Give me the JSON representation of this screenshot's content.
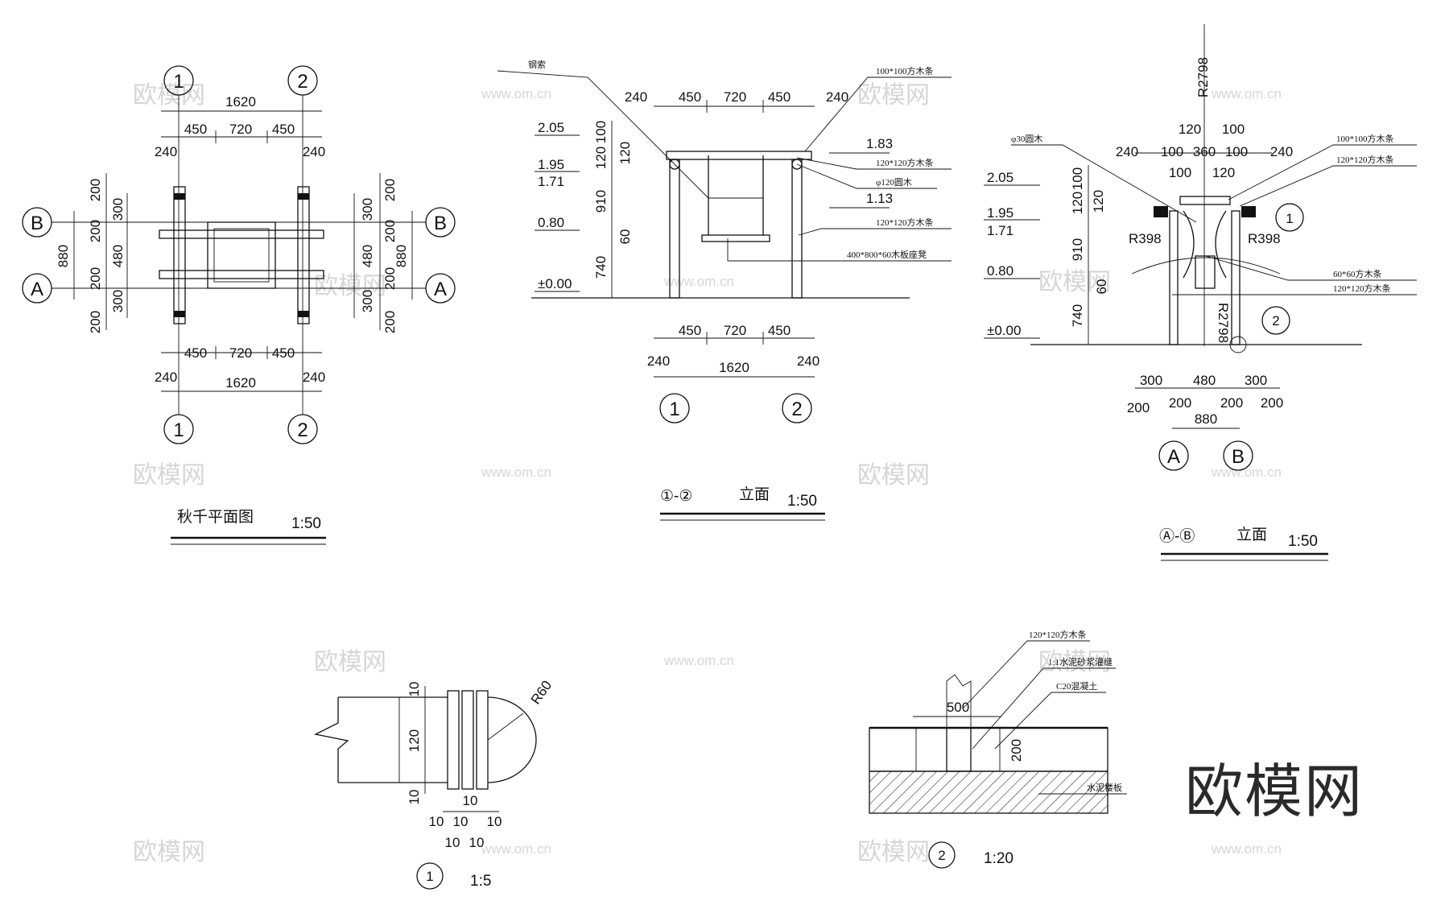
{
  "watermark": {
    "logo": "欧模网",
    "url": "www.om.cn"
  },
  "axes": {
    "one": "1",
    "two": "2",
    "A": "A",
    "B": "B"
  },
  "plan": {
    "title": "秋千平面图",
    "scale": "1:50",
    "dims": {
      "total": "1620",
      "d450": "450",
      "d720": "720",
      "d240": "240",
      "d200": "200",
      "d300": "300",
      "d480": "480",
      "d880": "880"
    }
  },
  "elev12": {
    "title_prefix": "①-②",
    "title": "立面",
    "scale": "1:50",
    "levels": {
      "l205": "2.05",
      "l195": "1.95",
      "l171": "1.71",
      "l080": "0.80",
      "l000": "±0.00",
      "l183": "1.83",
      "l113": "1.13"
    },
    "vdims": {
      "v100": "100",
      "v120": "120",
      "v910": "910",
      "v60": "60",
      "v740": "740"
    },
    "labels": {
      "steel_cable": "钢索",
      "timber100": "100*100方木条",
      "timber120": "120*120方木条",
      "round120": "φ120圆木",
      "seat": "400*800*60木板座凳"
    }
  },
  "elevAB": {
    "title_prefix": "Ⓐ-Ⓑ",
    "title": "立面",
    "scale": "1:50",
    "dims": {
      "d120": "120",
      "d100": "100",
      "d360": "360",
      "d240": "240",
      "d300": "300",
      "d480": "480",
      "d200": "200",
      "d880": "880"
    },
    "radii": {
      "r2798": "R2798",
      "r398": "R398"
    },
    "labels": {
      "round30": "φ30圆木",
      "timber100": "100*100方木条",
      "timber120": "120*120方木条",
      "timber60": "60*60方木条"
    },
    "callouts": {
      "c1": "1",
      "c2": "2"
    }
  },
  "detail1": {
    "number": "1",
    "scale": "1:5",
    "dims": {
      "d10": "10",
      "d120": "120",
      "r60": "R60"
    }
  },
  "detail2": {
    "number": "2",
    "scale": "1:20",
    "dims": {
      "d500": "500",
      "d200": "200"
    },
    "labels": {
      "timber120": "120*120方木条",
      "mortar": "1:1水泥砂浆灌缝",
      "concrete": "C20混凝土",
      "slab": "水泥楼板"
    }
  }
}
